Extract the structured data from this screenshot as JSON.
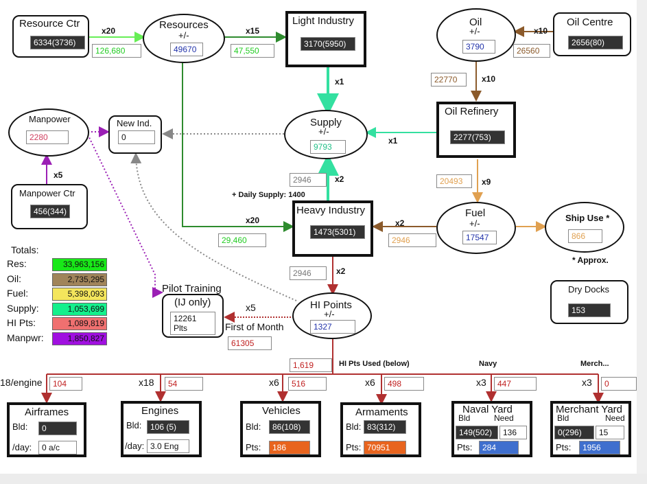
{
  "nodes": {
    "resource_ctr": {
      "title": "Resource Ctr",
      "value": "6334(3736)"
    },
    "resources": {
      "title": "Resources",
      "sub": "+/-",
      "value": "49670"
    },
    "light_industry": {
      "title": "Light Industry",
      "value": "3170(5950)"
    },
    "oil": {
      "title": "Oil",
      "sub": "+/-",
      "value": "3790"
    },
    "oil_centre": {
      "title": "Oil Centre",
      "value": "2656(80)"
    },
    "manpower": {
      "title": "Manpower",
      "value": "2280"
    },
    "new_ind": {
      "title": "New Ind.",
      "value": "0"
    },
    "supply": {
      "title": "Supply",
      "sub": "+/-",
      "value": "9793"
    },
    "oil_refinery": {
      "title": "Oil Refinery",
      "value": "2277(753)"
    },
    "manpower_ctr": {
      "title": "Manpower Ctr",
      "value": "456(344)"
    },
    "heavy_industry": {
      "title": "Heavy Industry",
      "value": "1473(5301)"
    },
    "fuel": {
      "title": "Fuel",
      "sub": "+/-",
      "value": "17547"
    },
    "ship_use": {
      "title": "Ship Use *",
      "value": "866"
    },
    "pilot_training": {
      "title": "Pilot Training",
      "sub": "(IJ only)",
      "value": "12261 Plts"
    },
    "hi_points": {
      "title": "HI Points",
      "sub": "+/-",
      "value": "1327"
    },
    "dry_docks": {
      "title": "Dry Docks",
      "value": "153"
    }
  },
  "flows": {
    "res_ctr_out": {
      "mult": "x20",
      "value": "126,680"
    },
    "res_to_li": {
      "mult": "x15",
      "value": "47,550"
    },
    "oil_centre_out": {
      "mult": "x10",
      "value": "26560"
    },
    "oil_to_ref": {
      "mult": "x10",
      "value": "22770"
    },
    "li_to_supply": {
      "mult": "x1"
    },
    "ref_to_supply": {
      "mult": "x1"
    },
    "mp_ctr": {
      "mult": "x5"
    },
    "hi_to_supply": {
      "mult": "x2",
      "value": "2946"
    },
    "ref_to_fuel": {
      "mult": "x9",
      "value": "20493"
    },
    "res_to_hi": {
      "mult": "x20",
      "value": "29,460"
    },
    "fuel_to_hi": {
      "mult": "x2",
      "value": "2946"
    },
    "hi_to_pts": {
      "mult": "x2",
      "value": "2946"
    },
    "pts_to_pilot": {
      "mult": "x5",
      "sub": "First of Month",
      "value": "61305"
    },
    "pts_used": {
      "value": "1,619",
      "label": "HI Pts Used (below)"
    },
    "daily_supply": "+ Daily Supply: 1400",
    "approx": "* Approx."
  },
  "totals": {
    "heading": "Totals:",
    "rows": [
      {
        "label": "Res:",
        "value": "33,963,156",
        "color": "#18e818"
      },
      {
        "label": "Oil:",
        "value": "2,735,295",
        "color": "#a0845a"
      },
      {
        "label": "Fuel:",
        "value": "5,398,093",
        "color": "#f4e65c"
      },
      {
        "label": "Supply:",
        "value": "1,053,699",
        "color": "#14f08c"
      },
      {
        "label": "HI Pts:",
        "value": "1,089,819",
        "color": "#f07070"
      },
      {
        "label": "Manpwr:",
        "value": "1,850,827",
        "color": "#a010e0"
      }
    ]
  },
  "production": {
    "airframes": {
      "mult": "18/engine",
      "value": "104",
      "title": "Airframes",
      "r1_label": "Bld:",
      "r1_value": "0",
      "r2_label": "/day:",
      "r2_value": "0 a/c"
    },
    "engines": {
      "mult": "x18",
      "value": "54",
      "title": "Engines",
      "r1_label": "Bld:",
      "r1_value": "106 (5)",
      "r2_label": "/day:",
      "r2_value": "3.0 Eng"
    },
    "vehicles": {
      "mult": "x6",
      "value": "516",
      "title": "Vehicles",
      "r1_label": "Bld:",
      "r1_value": "86(108)",
      "r2_label": "Pts:",
      "r2_value": "186"
    },
    "armaments": {
      "mult": "x6",
      "value": "498",
      "title": "Armaments",
      "r1_label": "Bld:",
      "r1_value": "83(312)",
      "r2_label": "Pts:",
      "r2_value": "70951"
    },
    "naval_yard": {
      "header": "Navy",
      "mult": "x3",
      "value": "447",
      "title": "Naval Yard",
      "col1": "Bld",
      "col2": "Need",
      "r1_value": "149(502)",
      "need": "136",
      "r2_label": "Pts:",
      "r2_value": "284"
    },
    "merchant_yard": {
      "header": "Merch...",
      "mult": "x3",
      "value": "0",
      "title": "Merchant Yard",
      "col1": "Bld",
      "col2": "Need",
      "r1_value": "0(296)",
      "need": "15",
      "r2_label": "Pts:",
      "r2_value": "1956"
    }
  },
  "colors": {
    "green": "#2e8b2e",
    "lightgreen": "#66ee55",
    "aqua": "#33e0a0",
    "brown": "#8b5a2b",
    "orange": "#e0a050",
    "red": "#b03030",
    "purple": "#9b1fb5",
    "gray": "#888888"
  }
}
